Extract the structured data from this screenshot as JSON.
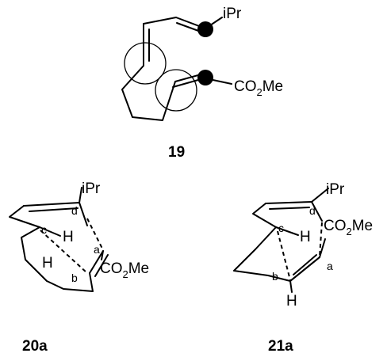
{
  "compounds": {
    "c19": {
      "id": "19",
      "isopropyl": "iPr",
      "ester": {
        "main": "CO",
        "sub": "2",
        "tail": "Me"
      }
    },
    "c20a": {
      "id": "20a",
      "isopropyl": "iPr",
      "ester": {
        "main": "CO",
        "sub": "2",
        "tail": "Me"
      },
      "hydrogens": [
        "H",
        "H"
      ],
      "positions": {
        "a": "a",
        "b": "b",
        "c": "c",
        "d": "d"
      }
    },
    "c21a": {
      "id": "21a",
      "isopropyl": "iPr",
      "ester": {
        "main": "CO",
        "sub": "2",
        "tail": "Me"
      },
      "hydrogens": [
        "H",
        "H"
      ],
      "positions": {
        "a": "a",
        "b": "b",
        "c": "c",
        "d": "d"
      }
    }
  }
}
